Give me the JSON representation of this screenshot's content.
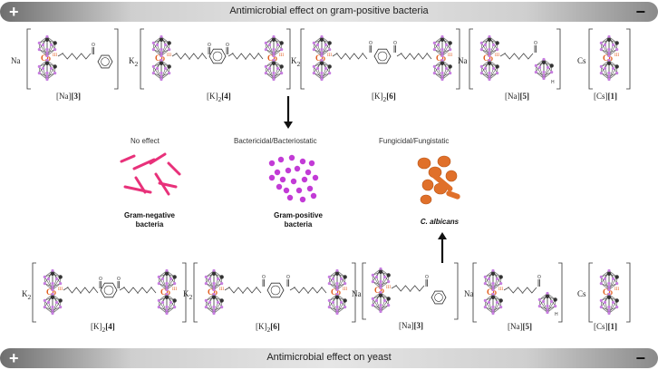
{
  "header": {
    "title": "Antimicrobial effect  on gram-positive bacteria",
    "left_icon": "plus-icon",
    "right_icon": "minus-icon"
  },
  "footer": {
    "title": "Antimicrobial effect  on yeast",
    "left_icon": "plus-icon",
    "right_icon": "minus-icon"
  },
  "top_row": [
    {
      "cation": "Na",
      "label_prefix": "[Na]",
      "label_num": "[3]"
    },
    {
      "cation": "K",
      "cation_sub": "2",
      "label_prefix": "[K]",
      "label_sub": "2",
      "label_num": "[4]"
    },
    {
      "cation": "K",
      "cation_sub": "2",
      "label_prefix": "[K]",
      "label_sub": "2",
      "label_num": "[6]"
    },
    {
      "cation": "Na",
      "label_prefix": "[Na]",
      "label_num": "[5]"
    },
    {
      "cation": "Cs",
      "label_prefix": "[Cs]",
      "label_num": "[1]"
    }
  ],
  "bottom_row": [
    {
      "cation": "K",
      "cation_sub": "2",
      "label_prefix": "[K]",
      "label_sub": "2",
      "label_num": "[4]"
    },
    {
      "cation": "K",
      "cation_sub": "2",
      "label_prefix": "[K]",
      "label_sub": "2",
      "label_num": "[6]"
    },
    {
      "cation": "Na",
      "label_prefix": "[Na]",
      "label_num": "[3]"
    },
    {
      "cation": "Na",
      "label_prefix": "[Na]",
      "label_num": "[5]"
    },
    {
      "cation": "Cs",
      "label_prefix": "[Cs]",
      "label_num": "[1]"
    }
  ],
  "metal": "Co",
  "metal_ox": "III",
  "h_atom": "H",
  "effects": [
    {
      "label": "No effect",
      "organism_line1": "Gram-negative",
      "organism_line2": "bacteria"
    },
    {
      "label": "Bactericidal/Bacteriostatic",
      "organism_line1": "Gram-positive",
      "organism_line2": "bacteria"
    },
    {
      "label": "Fungicidal/Fungistatic",
      "organism_line1": "C. albicans",
      "organism_line2": ""
    }
  ],
  "colors": {
    "gram_negative": "#e8317a",
    "gram_positive": "#c23bd6",
    "yeast": "#e0702a",
    "boron": "#c77ee0"
  }
}
